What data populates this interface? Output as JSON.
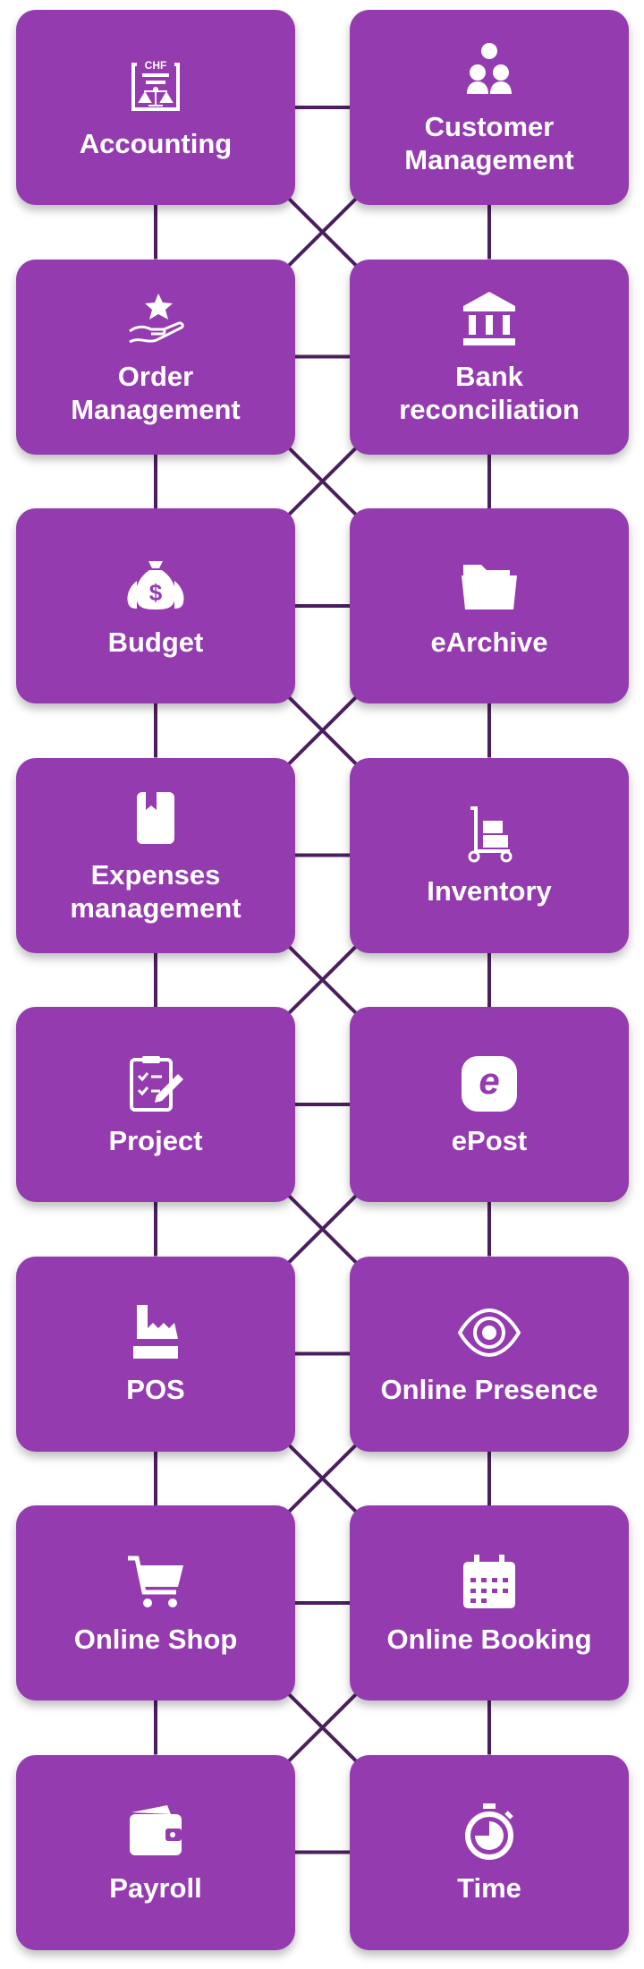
{
  "colors": {
    "card": "#943bb0",
    "line": "#4a1f5e",
    "text": "#ffffff"
  },
  "modules": [
    {
      "label": "Accounting",
      "icon": "accounting-scale-icon",
      "icon_text": "CHF"
    },
    {
      "label": "Customer\nManagement",
      "icon": "customer-group-icon"
    },
    {
      "label": "Order\nManagement",
      "icon": "hand-star-icon"
    },
    {
      "label": "Bank\nreconciliation",
      "icon": "bank-icon"
    },
    {
      "label": "Budget",
      "icon": "money-bags-icon"
    },
    {
      "label": "eArchive",
      "icon": "folder-icon"
    },
    {
      "label": "Expenses\nmanagement",
      "icon": "book-icon"
    },
    {
      "label": "Inventory",
      "icon": "hand-truck-icon"
    },
    {
      "label": "Project",
      "icon": "clipboard-check-icon"
    },
    {
      "label": "ePost",
      "icon": "epost-icon"
    },
    {
      "label": "POS",
      "icon": "cash-register-icon"
    },
    {
      "label": "Online Presence",
      "icon": "eye-icon"
    },
    {
      "label": "Online Shop",
      "icon": "shopping-cart-icon"
    },
    {
      "label": "Online Booking",
      "icon": "calendar-icon"
    },
    {
      "label": "Payroll",
      "icon": "wallet-icon"
    },
    {
      "label": "Time",
      "icon": "stopwatch-icon"
    }
  ]
}
